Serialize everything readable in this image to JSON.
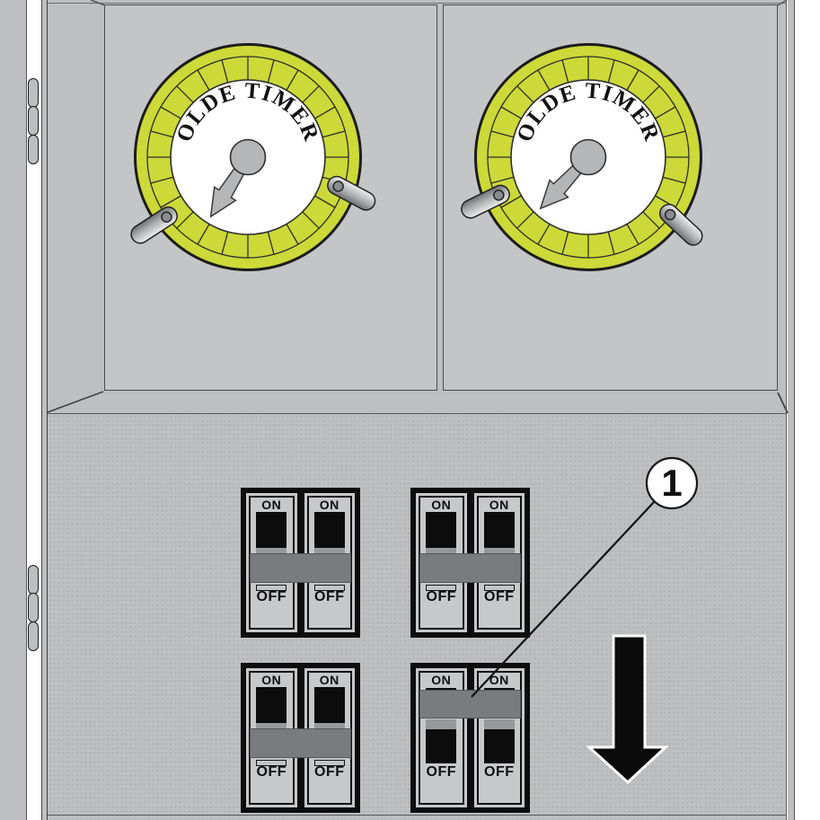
{
  "scene": {
    "description": "electrical timer panel diagram",
    "colors": {
      "panel_gray": "#bdbfc1",
      "dial_ring_green": "#ccd938",
      "handle_gray": "#797b7e",
      "line_black": "#111111",
      "callout_fill": "#ffffff"
    }
  },
  "timers": {
    "brand": "OLDE TIMER",
    "count": 2
  },
  "breakers": {
    "on_label": "ON",
    "off_label": "OFF",
    "blocks": [
      {
        "position": "top-left",
        "handle": "down"
      },
      {
        "position": "top-right",
        "handle": "down"
      },
      {
        "position": "bottom-left",
        "handle": "down"
      },
      {
        "position": "bottom-right",
        "handle": "up"
      }
    ]
  },
  "callout": {
    "label": "1",
    "points_to": "bottom-right breaker handle"
  },
  "arrow": {
    "direction": "down"
  }
}
